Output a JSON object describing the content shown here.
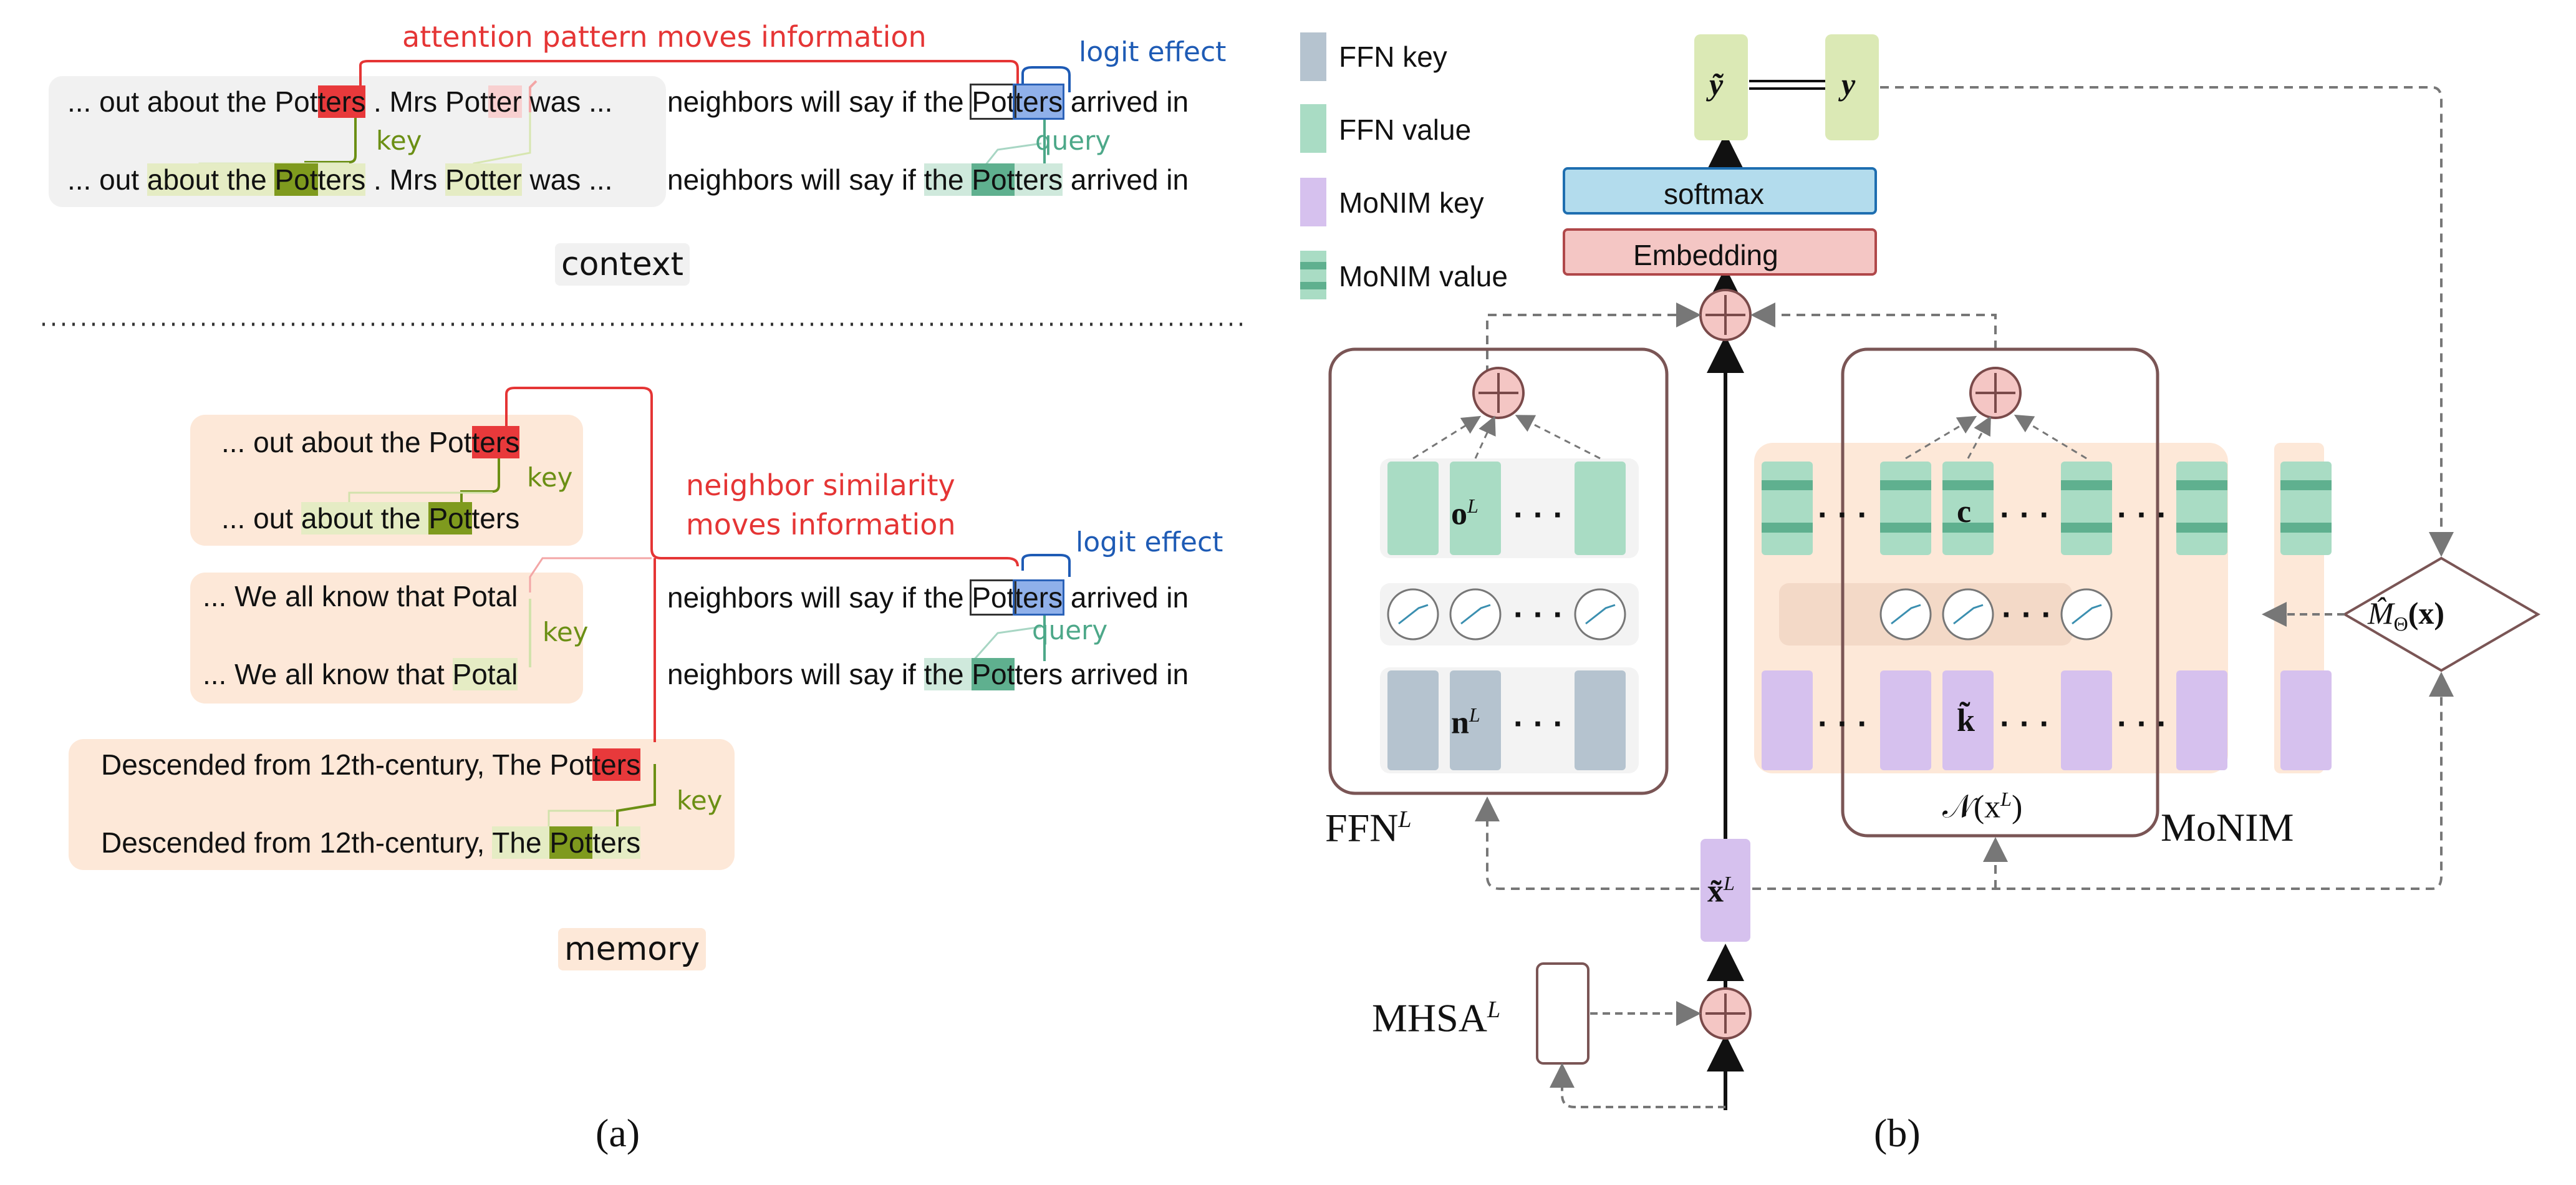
{
  "panel_a": {
    "context_row1": {
      "pre": "... out about the Pot",
      "hl": "ters",
      "mid": " . Mrs ",
      "potter_a": "Pot",
      "potter_b": "ter",
      "was": " was ...",
      "right_pre": "neighbors will say if the ",
      "q1": "Pot",
      "q2": "ters",
      "right_post": " arrived in"
    },
    "context_row2": {
      "pre": "... out ",
      "about": "about the ",
      "pot": "Pot",
      "ters": "ters",
      "mid": " . Mrs ",
      "potter": "Potter",
      "was": " was ...",
      "right_pre": "neighbors will say if ",
      "the": "the ",
      "right_post": " arrived in"
    },
    "label_attention": "attention pattern moves information",
    "label_logit_top": "logit effect",
    "label_key_top": "key",
    "label_query_top": "query",
    "context_tag": "context",
    "mem1_row1": {
      "pre": "... out about the Pot",
      "hl": "ters"
    },
    "mem1_row2": {
      "pre": "... out ",
      "about": "about the ",
      "pot": "Pot",
      "ters": "ters"
    },
    "mem2_row1": {
      "text": "...  We all know that Potal"
    },
    "mem2_row2": {
      "pre": "...  We all know that ",
      "pot": "Potal"
    },
    "mem3_row1": {
      "pre": "Descended from 12th-century, The Pot",
      "hl": "ters"
    },
    "mem3_row2": {
      "pre": "Descended from 12th-century, ",
      "the": "The ",
      "pot": "Pot",
      "ters": "ters"
    },
    "label_neighbor1": "neighbor similarity",
    "label_neighbor2": "moves information",
    "label_logit_mid": "logit effect",
    "label_key": "key",
    "label_query_mid": "query",
    "mid_row1": {
      "pre": "neighbors will say if the ",
      "q1": "Pot",
      "q2": "ters",
      "post": " arrived in"
    },
    "mid_row2": {
      "pre": "neighbors will say if ",
      "the": "the ",
      "pot": "Pot",
      "ters": "ters",
      "post": " arrived in"
    },
    "memory_tag": "memory",
    "caption": "(a)"
  },
  "panel_b": {
    "legend": [
      "FFN key",
      "FFN value",
      "MoNIM key",
      "MoNIM value"
    ],
    "colors": {
      "ffn_key": "#b5c3cf",
      "ffn_value": "#a9dcc4",
      "monim_key": "#d6c1ee",
      "monim_value": "#a9dcc4",
      "softmax": "#b3dced",
      "embedding": "#f4c6c4",
      "y_box": "#dbe9b5",
      "x_box": "#d6c1ee",
      "peach": "#fde8d8"
    },
    "y_tilde": "ỹ",
    "y": "y",
    "softmax": "softmax",
    "embedding": "Embedding",
    "o_label": "o",
    "o_sup": "L",
    "n_label": "n",
    "n_sup": "L",
    "dots": "· · ·",
    "c_label": "c",
    "k_label": "k̃",
    "neighborhood": "𝒩(x",
    "neighborhood_sup": "L",
    "neighborhood_close": ")",
    "ffn_label": "FFN",
    "ffn_sup": "L",
    "monim_label": "MoNIM",
    "x_tilde": "x̃",
    "x_sup": "L",
    "mhsa_label": "MHSA",
    "mhsa_sup": "L",
    "m_hat": "M̂",
    "m_sub": "Θ",
    "m_arg": "(x)",
    "caption": "(b)"
  }
}
